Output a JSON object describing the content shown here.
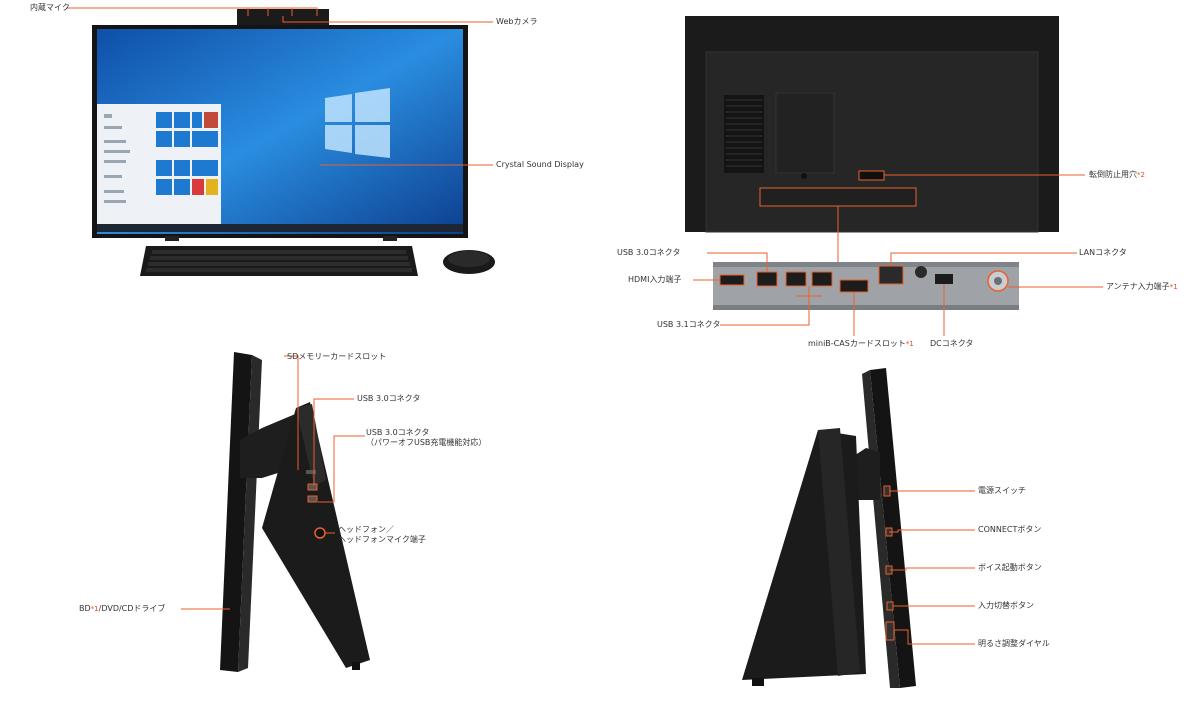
{
  "front_view": {
    "labels": {
      "mic": "内蔵マイク",
      "webcam": "Webカメラ",
      "display": "Crystal Sound Display"
    }
  },
  "rear_view": {
    "labels": {
      "anti_tip_prefix": "転倒防止用穴",
      "anti_tip_note": "*2",
      "usb30": "USB 3.0コネクタ",
      "lan": "LANコネクタ",
      "hdmi_in": "HDMI入力端子",
      "antenna_prefix": "アンテナ入力端子",
      "antenna_note": "*1",
      "usb31": "USB 3.1コネクタ",
      "minib_prefix": "miniB-CASカードスロット",
      "minib_note": "*1",
      "dc": "DCコネクタ"
    }
  },
  "left_side_view": {
    "labels": {
      "sd": "SDメモリーカードスロット",
      "usb30": "USB 3.0コネクタ",
      "usb30_power_line1": "USB 3.0コネクタ",
      "usb30_power_line2": "（パワーオフUSB充電機能対応）",
      "headphone_line1": "ヘッドフォン／",
      "headphone_line2": "ヘッドフォンマイク端子",
      "drive_prefix": "BD",
      "drive_note": "*1",
      "drive_suffix": "/DVD/CDドライブ"
    }
  },
  "right_side_view": {
    "labels": {
      "power": "電源スイッチ",
      "connect": "CONNECTボタン",
      "voice": "ボイス起動ボタン",
      "input_switch": "入力切替ボタン",
      "brightness": "明るさ調整ダイヤル"
    }
  },
  "colors": {
    "callout": "#e8622c",
    "device": "#1b1b1b",
    "screen": "#1f7fd3",
    "note": "#e05020"
  }
}
